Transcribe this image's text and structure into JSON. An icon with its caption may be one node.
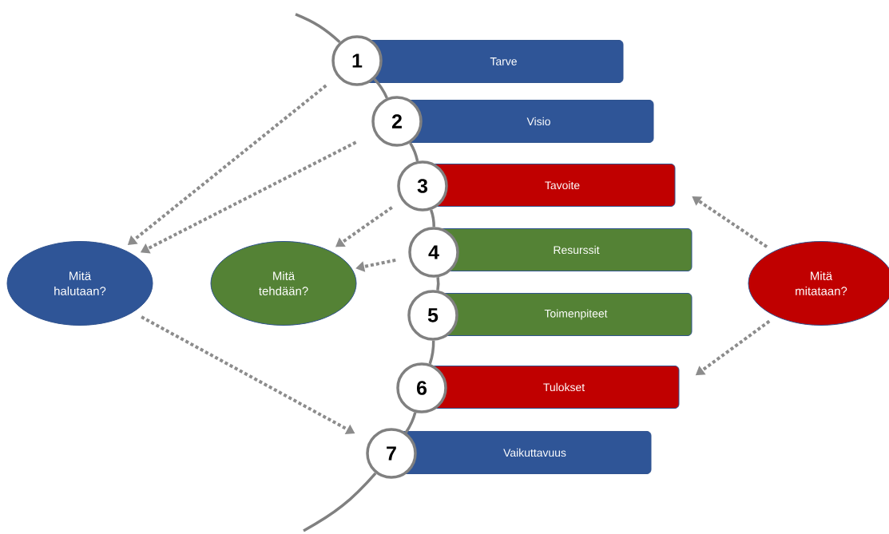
{
  "diagram": {
    "nodes": [
      {
        "text": [
          "1"
        ]
      },
      {
        "text": [
          "2"
        ]
      },
      {
        "text": [
          "3"
        ]
      },
      {
        "text": [
          "4"
        ]
      },
      {
        "text": [
          "5"
        ]
      },
      {
        "text": [
          "6"
        ]
      },
      {
        "text": [
          "7"
        ]
      },
      {
        "text": [
          "Tarve"
        ]
      },
      {
        "text": [
          "Visio"
        ]
      },
      {
        "text": [
          "Tavoite"
        ]
      },
      {
        "text": [
          "Resurssit"
        ]
      },
      {
        "text": [
          "Toimenpiteet"
        ]
      },
      {
        "text": [
          "Tulokset"
        ]
      },
      {
        "text": [
          "Vaikuttavuus"
        ]
      },
      {
        "text": [
          "Mitä halutaan?"
        ]
      },
      {
        "text": [
          "Mitä tehdään?"
        ]
      },
      {
        "text": [
          "Mitä mitataan?"
        ]
      }
    ],
    "edges": [
      {
        "from": null,
        "to": 0,
        "arrow": "none"
      },
      {
        "from": 0,
        "to": 1,
        "arrow": "none"
      },
      {
        "from": 1,
        "to": 2,
        "arrow": "none"
      },
      {
        "from": 2,
        "to": 3,
        "arrow": "none"
      },
      {
        "from": 3,
        "to": 4,
        "arrow": "none"
      },
      {
        "from": 4,
        "to": 5,
        "arrow": "none"
      },
      {
        "from": 5,
        "to": 6,
        "arrow": "none"
      },
      {
        "from": 6,
        "to": null,
        "arrow": "none"
      },
      {
        "from": 0,
        "to": 14,
        "arrow": "to",
        "style": "dashed"
      },
      {
        "from": 1,
        "to": 14,
        "arrow": "to",
        "style": "dashed"
      },
      {
        "from": 2,
        "to": 15,
        "arrow": "to",
        "style": "dashed"
      },
      {
        "from": 3,
        "to": 15,
        "arrow": "to",
        "style": "dashed"
      },
      {
        "from": 14,
        "to": 6,
        "arrow": "to",
        "style": "dashed"
      },
      {
        "from": 16,
        "to": 9,
        "arrow": "to",
        "style": "dashed"
      },
      {
        "from": 16,
        "to": 12,
        "arrow": "to",
        "style": "dashed"
      }
    ]
  }
}
